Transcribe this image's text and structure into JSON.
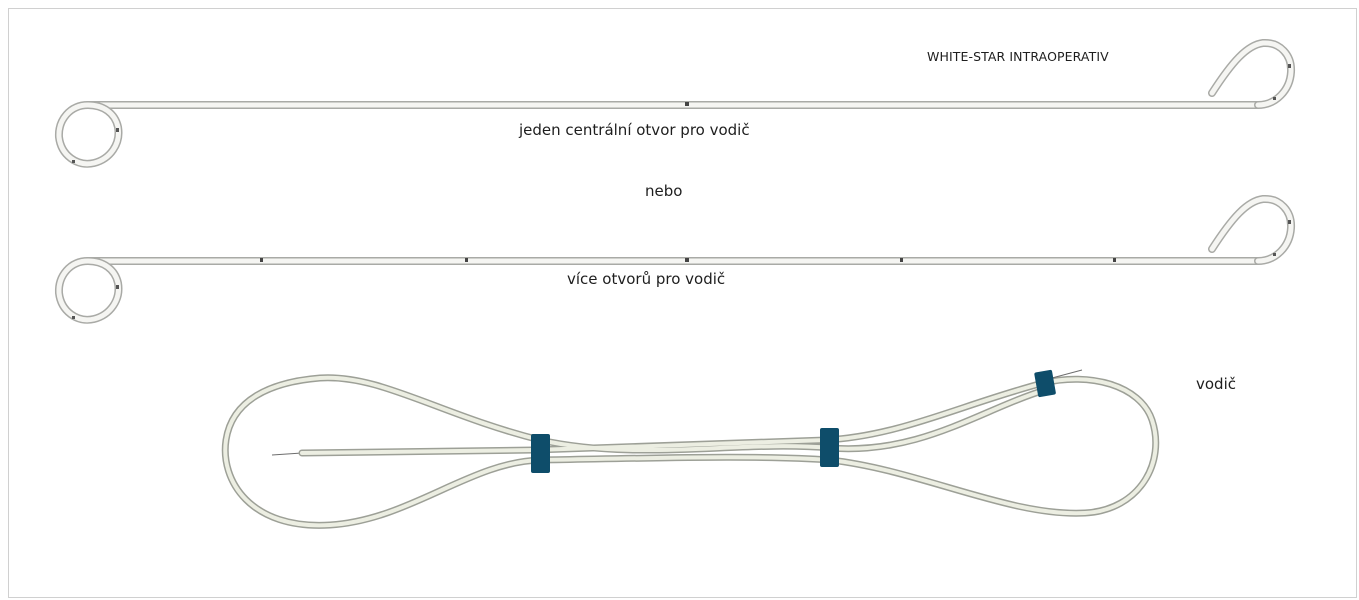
{
  "product_name": "WHITE-STAR INTRAOPERATIV",
  "stent_single": {
    "caption": "jeden centrální otvor pro vodič"
  },
  "separator": "nebo",
  "stent_multi": {
    "caption": "více otvorů pro vodič"
  },
  "guidewire": {
    "label": "vodič"
  },
  "colors": {
    "tube_fill": "#f5f5f2",
    "tube_outline": "#a9aaa6",
    "wire_fill": "#eceee2",
    "wire_outline": "#9da097",
    "sleeve": "#0e4d6a",
    "hole_mark": "#444444",
    "frame_border": "#d0d0d0"
  }
}
